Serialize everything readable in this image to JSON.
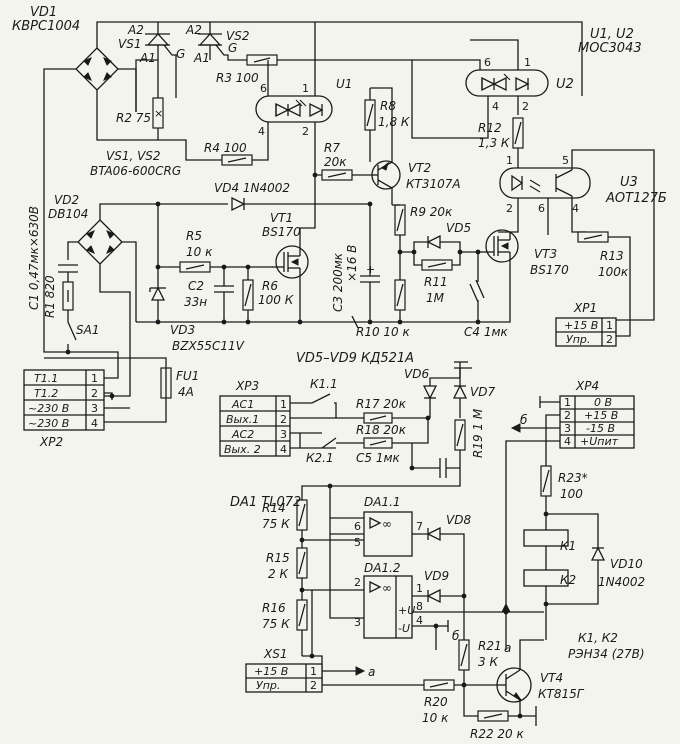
{
  "labels": {
    "vd1": "VD1",
    "vd1_part": "КВРС1004",
    "vs1": "VS1",
    "vs2": "VS2",
    "a2_1": "A2",
    "a2_2": "A2",
    "a1_1": "A1",
    "a1_2": "A1",
    "g1": "G",
    "g2": "G",
    "r2": "R2 75",
    "r3": "R3 100",
    "r4": "R4 100",
    "vs_part": "VS1, VS2",
    "vs_part_num": "BTA06-600CRG",
    "u1": "U1",
    "u1_p6": "6",
    "u1_p1": "1",
    "u1_p4": "4",
    "u1_p2": "2",
    "u2": "U2",
    "u2_p6": "6",
    "u2_p1": "1",
    "u2_p4": "4",
    "u2_p2": "2",
    "u12": "U1, U2",
    "u12_part": "MOC3043",
    "r8": "R8",
    "r8_val": "1,8 К",
    "r12": "R12",
    "r12_val": "1,3 К",
    "r7": "R7",
    "r7_val": "20к",
    "vt2": "VT2",
    "vt2_part": "КТ3107А",
    "u3": "U3",
    "u3_part": "АОТ127Б",
    "u3_p1": "1",
    "u3_p5": "5",
    "u3_p2": "2",
    "u3_p6": "6",
    "u3_p4": "4",
    "vd2": "VD2",
    "vd2_part": "DB104",
    "vd4": "VD4 1N4002",
    "c1": "C1 0,47мк×630В",
    "r1": "R1 820",
    "r5": "R5",
    "r5_val": "10 к",
    "c2": "C2",
    "c2_val": "33н",
    "vt1": "VT1",
    "vt1_part": "BS170",
    "r6": "R6",
    "r6_val": "100 К",
    "c3": "C3 200мк",
    "c3_val": "×16 В",
    "r9": "R9 20к",
    "vd5": "VD5",
    "r11": "R11",
    "r11_val": "1M",
    "vt3": "VT3",
    "vt3_part": "BS170",
    "r13": "R13",
    "r13_val": "100к",
    "sa1": "SA1",
    "vd3": "VD3",
    "vd3_part": "BZX55C11V",
    "r10": "R10 10 к",
    "c4": "C4 1мк",
    "vd59": "VD5–VD9  КД521А",
    "xp1": "XP1",
    "xp1_r1": "+15 В",
    "xp1_r2": "Упр.",
    "xp1_n1": "1",
    "xp1_n2": "2",
    "fu1": "FU1",
    "fu1_val": "4A",
    "xp2": "XP2",
    "xp2_r1": "T1.1",
    "xp2_r2": "T1.2",
    "xp2_r3": "~230 В",
    "xp2_r4": "~230 В",
    "xp2_n1": "1",
    "xp2_n2": "2",
    "xp2_n3": "3",
    "xp2_n4": "4",
    "xp3": "XP3",
    "xp3_r1": "AC1",
    "xp3_r2": "Вых.1",
    "xp3_r3": "AC2",
    "xp3_r4": "Вых. 2",
    "xp3_n1": "1",
    "xp3_n2": "2",
    "xp3_n3": "3",
    "xp3_n4": "4",
    "k11": "К1.1",
    "k21": "К2.1",
    "r17": "R17 20к",
    "r18": "R18 20к",
    "c5": "C5 1мк",
    "vd6": "VD6",
    "vd7": "VD7",
    "r19": "R19 1 М",
    "xp4": "XP4",
    "xp4_r1": "0 В",
    "xp4_r2": "+15 В",
    "xp4_r3": "-15 В",
    "xp4_r4": "+Uпит",
    "xp4_n1": "1",
    "xp4_n2": "2",
    "xp4_n3": "3",
    "xp4_n4": "4",
    "b1": "б",
    "b2": "б",
    "r23": "R23*",
    "r23_val": "100",
    "k1": "К1",
    "k2": "К2",
    "vd10": "VD10",
    "vd10_part": "1N4002",
    "k12": "К1, К2",
    "k12_part": "РЭН34 (27В)",
    "da1": "DA1  TL072",
    "da11": "DA1.1",
    "da12": "DA1.2",
    "da_p6": "6",
    "da_p5": "5",
    "da_p7": "7",
    "da_p2": "2",
    "da_p3": "3",
    "da_p1": "1",
    "da_p8": "8",
    "da_p4": "4",
    "da_pu": "+U",
    "da_mu": "-U",
    "vd8": "VD8",
    "vd9": "VD9",
    "r14": "R14",
    "r14_val": "75 К",
    "r15": "R15",
    "r15_val": "2 К",
    "r16": "R16",
    "r16_val": "75 К",
    "r21": "R21",
    "r21_val": "3 К",
    "r20": "R20",
    "r20_val": "10 к",
    "r22": "R22 20 к",
    "vt4": "VT4",
    "vt4_part": "КТ815Г",
    "a1": "а",
    "a2": "а",
    "xs1": "XS1",
    "xs1_r1": "+15 В",
    "xs1_r2": "Упр.",
    "xs1_n1": "1",
    "xs1_n2": "2",
    "opamp": "∞"
  }
}
